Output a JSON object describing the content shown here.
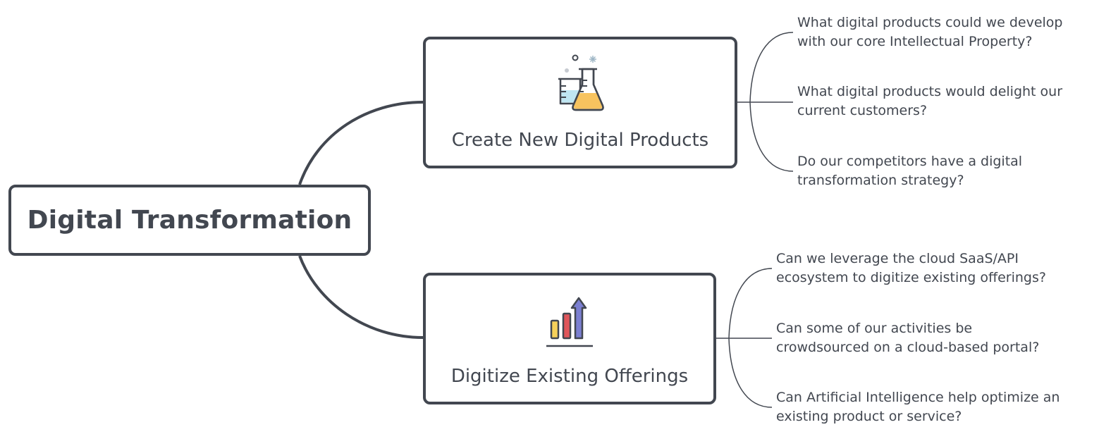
{
  "root": {
    "label": "Digital Transformation"
  },
  "branches": [
    {
      "label": "Create New Digital Products",
      "icon": "lab-flask-icon",
      "leaves": [
        {
          "line1": "What digital products could we develop",
          "line2": "with our core Intellectual Property?"
        },
        {
          "line1": "What digital products would delight our",
          "line2": "current customers?"
        },
        {
          "line1": "Do our competitors have a digital",
          "line2": "transformation strategy?"
        }
      ]
    },
    {
      "label": "Digitize Existing Offerings",
      "icon": "growth-chart-icon",
      "leaves": [
        {
          "line1": "Can we leverage the cloud SaaS/API",
          "line2": "ecosystem to digitize existing offerings?"
        },
        {
          "line1": "Can some of our activities be",
          "line2": "crowdsourced on a cloud-based portal?"
        },
        {
          "line1": "Can Artificial Intelligence help optimize an",
          "line2": "existing product or service?"
        }
      ]
    }
  ],
  "colors": {
    "line": "#424750",
    "text": "#424750",
    "flask_liquid": "#f7c35f",
    "beaker_liquid": "#bfe6f2",
    "bar_yellow": "#f7d15a",
    "bar_red": "#e0565b",
    "bar_blue": "#7b7fd1"
  }
}
